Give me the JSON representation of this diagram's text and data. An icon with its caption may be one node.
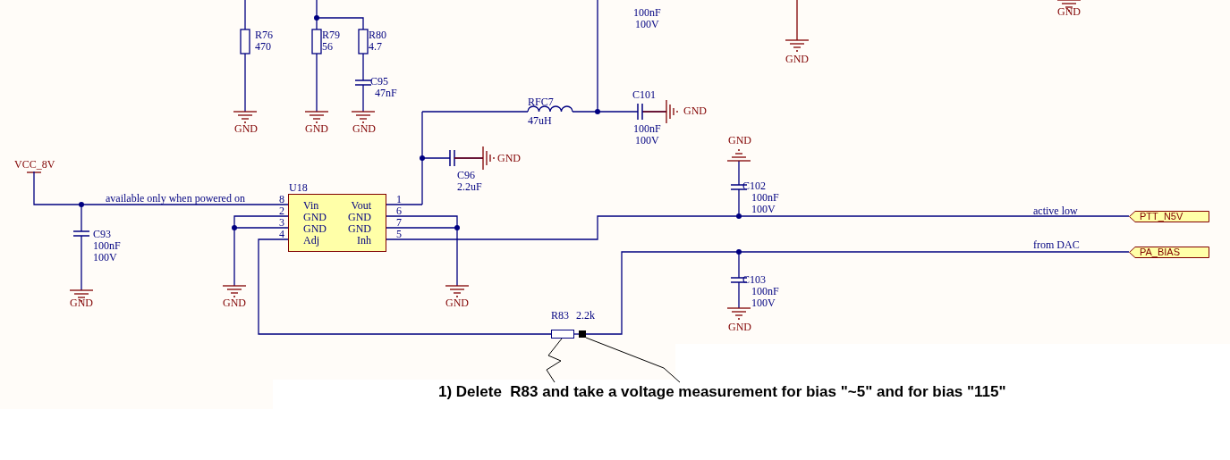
{
  "diagram": {
    "nodes": [
      {
        "text": [
          "VCC_8V"
        ]
      },
      {
        "text": [
          "U18",
          "Vin",
          "GND",
          "GND",
          "Adj",
          "Vout",
          "GND",
          "GND",
          "Inh"
        ],
        "beside": [
          "8",
          "2",
          "3",
          "4",
          "1",
          "6",
          "7",
          "5"
        ]
      },
      {
        "text": [
          "PTT_N5V"
        ]
      },
      {
        "text": [
          "PA_BIAS"
        ]
      },
      {
        "text": [],
        "shape": "box"
      },
      {
        "text": [],
        "shape": "box"
      },
      {
        "text": [
          "1) Delete  R83 and take a voltage measurement for bias \"~5\" and for bias \"115\""
        ]
      }
    ],
    "edges": [
      {
        "from": 0,
        "to": 1,
        "arrow": "none",
        "label": "available only when powered on"
      },
      {
        "from": 1,
        "to": 2,
        "arrow": "none",
        "label": "active low"
      },
      {
        "from": 3,
        "to": 5,
        "arrow": "none",
        "label": "from DAC"
      },
      {
        "from": 5,
        "to": 4,
        "arrow": "none"
      },
      {
        "from": 4,
        "to": 1,
        "arrow": "none"
      },
      {
        "from": 6,
        "to": 4,
        "arrow": "none",
        "color": "#000000"
      },
      {
        "from": 6,
        "to": 5,
        "arrow": "none",
        "color": "#000000"
      }
    ],
    "labels": [
      "R76",
      "470",
      "R79",
      "56",
      "R80",
      "4.7",
      "C95",
      "47nF",
      "GND",
      "GND",
      "GND",
      "100nF",
      "100V",
      "GND",
      "GND",
      "RFC7",
      "47uH",
      "C101",
      "100nF",
      "100V",
      "GND",
      "GND",
      "C96",
      "2.2uF",
      "GND",
      "C102",
      "100nF",
      "100V",
      "C93",
      "100nF",
      "100V",
      "GND",
      "GND",
      "GND",
      "C103",
      "100nF",
      "100V",
      "GND",
      "R83",
      "2.2k"
    ]
  }
}
